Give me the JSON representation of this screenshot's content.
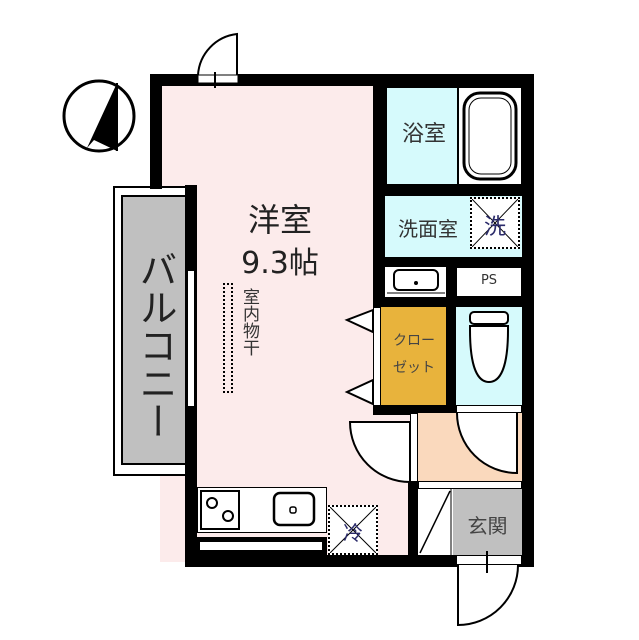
{
  "floor_plan": {
    "compass": {
      "icon": "north-arrow-icon"
    },
    "rooms": {
      "western_room": {
        "name": "洋室",
        "size": "9.3帖",
        "color": "#fcebeb"
      },
      "indoor_drying": {
        "label": "室内物干"
      },
      "bathroom": {
        "name": "浴室",
        "color": "#d6fafc"
      },
      "washroom": {
        "name": "洗面室",
        "color": "#d6fafc"
      },
      "washer_space": {
        "label": "洗"
      },
      "ps": {
        "label": "PS"
      },
      "closet": {
        "line1": "クロー",
        "line2": "ゼット",
        "color": "#e8b33c"
      },
      "toilet": {
        "color": "#d6fafc"
      },
      "hallway": {
        "color": "#fad9bd"
      },
      "entrance": {
        "name": "玄関",
        "color": "#c0c0c0"
      },
      "balcony": {
        "name": "バルコニー",
        "color": "#c0c0c0"
      },
      "fridge_space": {
        "label": "冷"
      }
    },
    "colors": {
      "wall": "#000000",
      "background": "#ffffff"
    }
  }
}
